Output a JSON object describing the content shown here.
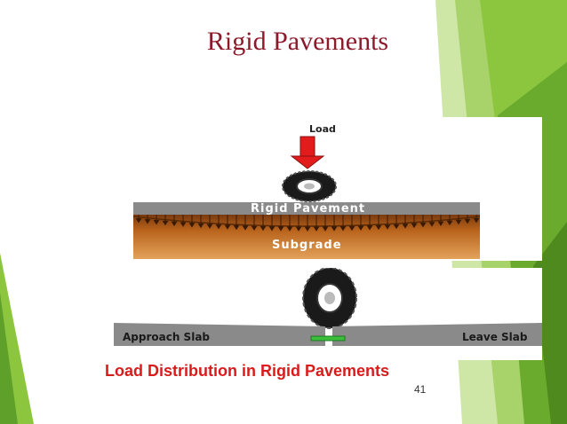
{
  "slide": {
    "title": "Rigid Pavements",
    "page_number": "41",
    "caption": "Load Distribution in Rigid Pavements"
  },
  "figure_top": {
    "load_label": "Load",
    "pavement_label": "Rigid Pavement",
    "subgrade_label": "Subgrade"
  },
  "figure_bottom": {
    "approach_label": "Approach Slab",
    "leave_label": "Leave Slab"
  },
  "colors": {
    "title": "#8b1a2b",
    "caption": "#d81b1b",
    "accent_green": "#8cc63f",
    "dark_green": "#4f8a1f",
    "arrow_red": "#e21b1b",
    "slab_gray": "#8a8a8a",
    "subgrade_brown": "#b8631c"
  },
  "icons": [
    "load-arrow-icon",
    "wheel-icon",
    "green-bar-icon"
  ]
}
